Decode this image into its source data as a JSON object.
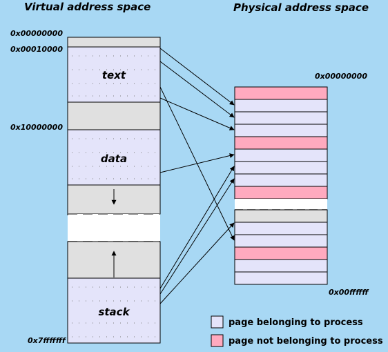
{
  "virtual": {
    "title": "Virtual address space",
    "addresses": [
      "0x00000000",
      "0x00010000",
      "0x10000000",
      "0x7fffffff"
    ],
    "segments": [
      "text",
      "data",
      "stack"
    ]
  },
  "physical": {
    "title": "Physical address space",
    "start_address": "0x00000000",
    "end_address": "0x00ffffff"
  },
  "legend": {
    "belonging": "page belonging to process",
    "not_belonging": "page not belonging to process"
  },
  "colors": {
    "background": "#a8d8f4",
    "page_belonging": "#e4e4fa",
    "page_not_belonging": "#ffaabf",
    "unused_region": "#e0e0e0"
  }
}
